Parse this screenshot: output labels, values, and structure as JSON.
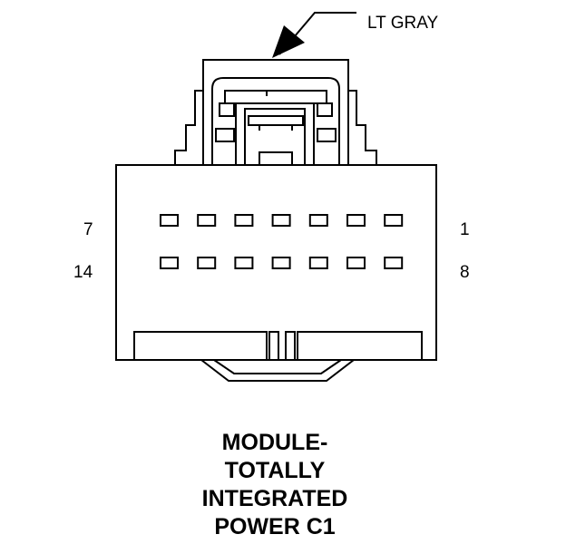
{
  "callout": {
    "color_label": "LT GRAY"
  },
  "pin_labels": {
    "top_left": "7",
    "top_right": "1",
    "bottom_left": "14",
    "bottom_right": "8"
  },
  "title_lines": [
    "MODULE-",
    "TOTALLY",
    "INTEGRATED",
    "POWER C1"
  ],
  "pins": {
    "rows": 2,
    "per_row": 7
  },
  "colors": {
    "line": "#000000",
    "background": "#ffffff"
  }
}
